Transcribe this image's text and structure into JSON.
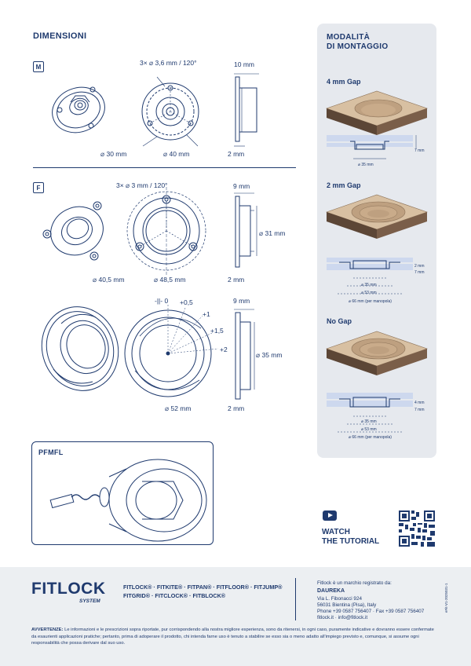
{
  "dimensions": {
    "title": "DIMENSIONI",
    "m": {
      "label": "M",
      "holes": "3× ⌀ 3,6 mm / 120°",
      "thickness": "10 mm",
      "outer": "⌀ 30 mm",
      "pitch": "⌀ 40 mm",
      "depth": "2 mm"
    },
    "f": {
      "label": "F",
      "holes": "3× ⌀ 3 mm / 120°",
      "thickness": "9 mm",
      "height": "⌀ 31 mm",
      "outer": "⌀ 40,5 mm",
      "pitch": "⌀ 48,5 mm",
      "depth": "2 mm"
    },
    "f2": {
      "thickness": "9 mm",
      "height": "⌀ 35 mm",
      "zero": "-||- 0",
      "p05": "+0,5",
      "p1": "+1",
      "p15": "+1,5",
      "p2": "+2",
      "outer": "⌀ 52 mm",
      "depth": "2 mm"
    },
    "pfmfl": "PFMFL"
  },
  "mounting": {
    "title_line1": "MODALITÀ",
    "title_line2": "DI MONTAGGIO",
    "gap4": {
      "label": "4 mm Gap",
      "h": "7 mm",
      "d": "⌀ 35 mm"
    },
    "gap2": {
      "label": "2 mm Gap",
      "h1": "2 mm",
      "h2": "7 mm",
      "d1": "⌀ 35 mm",
      "d2": "⌀ 53 mm",
      "d3": "⌀ 66 mm (per manopola)"
    },
    "nogap": {
      "label": "No Gap",
      "h1": "4 mm",
      "h2": "7 mm",
      "d1": "⌀ 35 mm",
      "d2": "⌀ 53 mm",
      "d3": "⌀ 66 mm (per manopola)"
    }
  },
  "tutorial": {
    "line1": "WATCH",
    "line2": "THE TUTORIAL"
  },
  "footer": {
    "logo_main": "FITLOCK",
    "logo_sub": "SYSTEM",
    "brands_line1": "FITLOCK® · FITKITE® · FITPAN® · FITFLOOR® · FITJUMP®",
    "brands_line2": "FITGRID® · FITCLOCK® · FITBLOCK®",
    "registered": "Fitlock è un marchio registrato da:",
    "company": "DAUREKA",
    "address1": "Via L. Fibonacci 924",
    "address2": "56031 Bientina (Pisa), Italy",
    "phone": "Phone +39 0587 756407 · Fax +39 0587 756407",
    "web": "fitlock.it · info@fitlock.it",
    "code": "eFit-V1-2025031-1",
    "warning_label": "AVVERTENZE:",
    "warning_text": " Le informazioni e le prescrizioni sopra riportate, pur corrispondendo alla nostra migliore esperienza, sono da ritenersi, in ogni caso, puramente indicative e dovranno essere confermate da esaurienti applicazioni pratiche; pertanto, prima di adoperare il prodotto, chi intenda farne uso è tenuto a stabilire se esso sia o meno adatto all'impiego previsto e, comunque, si assume ogni responsabilità che possa derivare dal suo uso."
  },
  "colors": {
    "navy": "#1f3a6e",
    "panel": "#e6e9ee",
    "footer": "#eceff2",
    "wood": "#c9ab8a",
    "blue_band": "#cdd8ee"
  }
}
